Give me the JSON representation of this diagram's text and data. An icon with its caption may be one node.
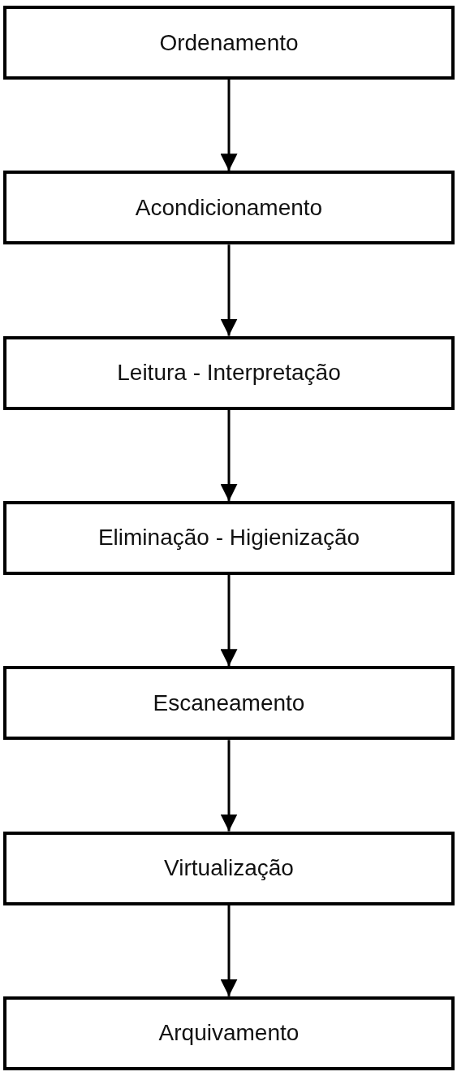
{
  "diagram": {
    "nodes": [
      {
        "text": [
          "Ordenamento"
        ]
      },
      {
        "text": [
          "Acondicionamento"
        ]
      },
      {
        "text": [
          "Leitura - Interpretação"
        ]
      },
      {
        "text": [
          "Eliminação - Higienização"
        ]
      },
      {
        "text": [
          "Escaneamento"
        ]
      },
      {
        "text": [
          "Virtualização"
        ]
      },
      {
        "text": [
          "Arquivamento"
        ]
      }
    ],
    "edges": [
      {
        "from": 0,
        "to": 1,
        "arrow": "to"
      },
      {
        "from": 1,
        "to": 2,
        "arrow": "to"
      },
      {
        "from": 2,
        "to": 3,
        "arrow": "to"
      },
      {
        "from": 3,
        "to": 4,
        "arrow": "to"
      },
      {
        "from": 4,
        "to": 5,
        "arrow": "to"
      },
      {
        "from": 5,
        "to": 6,
        "arrow": "to"
      }
    ]
  }
}
